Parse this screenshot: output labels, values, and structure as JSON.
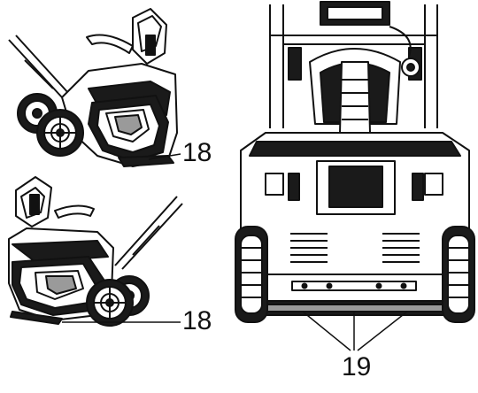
{
  "callouts": {
    "top_left": "18",
    "bottom_left": "18",
    "front": "19"
  },
  "colors": {
    "line": "#111111",
    "fill_dark": "#1a1a1a",
    "fill_mid": "#9a9a9a",
    "background": "#ffffff"
  }
}
